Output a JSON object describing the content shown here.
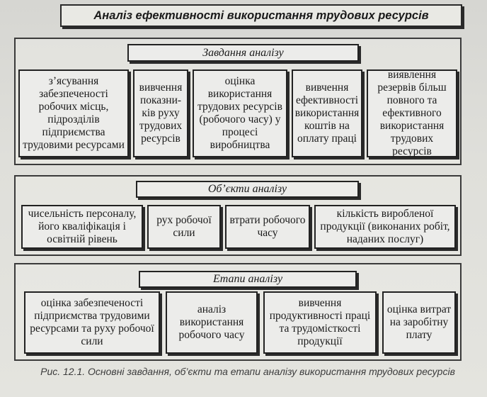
{
  "title": "Аналіз ефективності використання трудових ресурсів",
  "tasks": {
    "header": "Завдання аналізу",
    "items": [
      "з’ясування забезпеченості робочих місць, підрозділів підприємства трудовими ресурсами",
      "вивчення показни-ків руху трудових ресурсів",
      "оцінка використання трудових ресурсів (робочого часу) у процесі виробництва",
      "вивчення ефективності використання коштів на оплату праці",
      "виявлення резервів більш повного та ефективного використання трудових ресурсів"
    ]
  },
  "objects": {
    "header": "Об’єкти аналізу",
    "items": [
      "чисельність персоналу, його кваліфікація і освітній рівень",
      "рух робочої сили",
      "втрати робочого часу",
      "кількість виробленої продукції (виконаних робіт, наданих послуг)"
    ]
  },
  "stages": {
    "header": "Етапи аналізу",
    "items": [
      "оцінка забезпеченості підприємства трудовими ресурсами та руху робочої сили",
      "аналіз використання робочого часу",
      "вивчення продуктивності праці та трудомісткості продукції",
      "оцінка витрат на заробітну плату"
    ]
  },
  "caption": "Рис. 12.1. Основні завдання, об’єкти та етапи аналізу використання трудових ресурсів"
}
